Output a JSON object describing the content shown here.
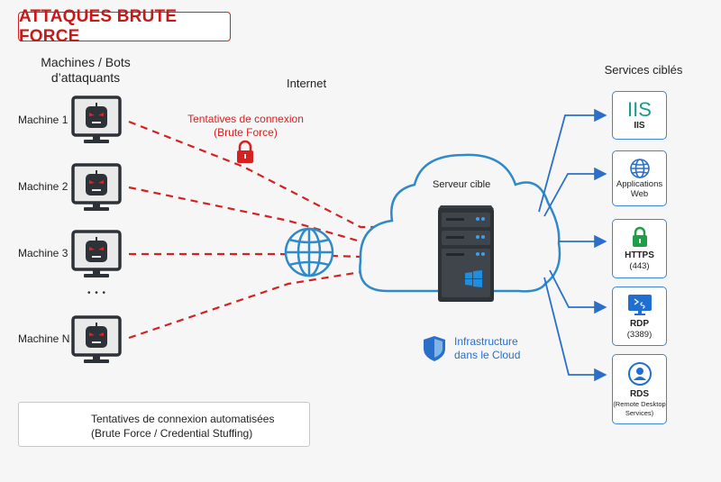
{
  "title": "ATTAQUES BRUTE FORCE",
  "attackers": {
    "heading_line1": "Machines / Bots",
    "heading_line2": "d’attaquants",
    "machines": [
      {
        "label": "Machine 1"
      },
      {
        "label": "Machine 2"
      },
      {
        "label": "Machine 3"
      },
      {
        "label": "Machine N"
      }
    ],
    "ellipsis": "• • •"
  },
  "internet": {
    "label": "Internet",
    "attempt_label_line1": "Tentatives de connexion",
    "attempt_label_line2": "(Brute Force)",
    "icon": "lock-icon"
  },
  "target": {
    "label": "Serveur cible",
    "infra_line1": "Infrastructure",
    "infra_line2": "dans le Cloud",
    "infra_icon": "shield-icon",
    "os_icon": "windows-icon"
  },
  "services": {
    "heading": "Services ciblés",
    "items": [
      {
        "icon_text": "IIS",
        "label": "IIS",
        "sub": "",
        "icon": "iis-logo-icon"
      },
      {
        "label": "Applications",
        "sub": "Web",
        "icon": "globe-icon"
      },
      {
        "label": "HTTPS",
        "sub": "(443)",
        "icon": "lock-icon"
      },
      {
        "label": "RDP",
        "sub": "(3389)",
        "icon": "remote-terminal-icon"
      },
      {
        "label": "RDS",
        "sub1": "(Remote Desktop",
        "sub2": "Services)",
        "icon": "user-circle-icon"
      }
    ]
  },
  "legend": {
    "line1": "Tentatives de connexion automatisées",
    "line2": "(Brute Force / Credential Stuffing)"
  },
  "colors": {
    "attack_red": "#d42222",
    "service_blue": "#2a6fc9",
    "cloud_blue": "#2f8ac9",
    "https_green": "#1f9d47",
    "iis_teal": "#1a9a8a"
  }
}
